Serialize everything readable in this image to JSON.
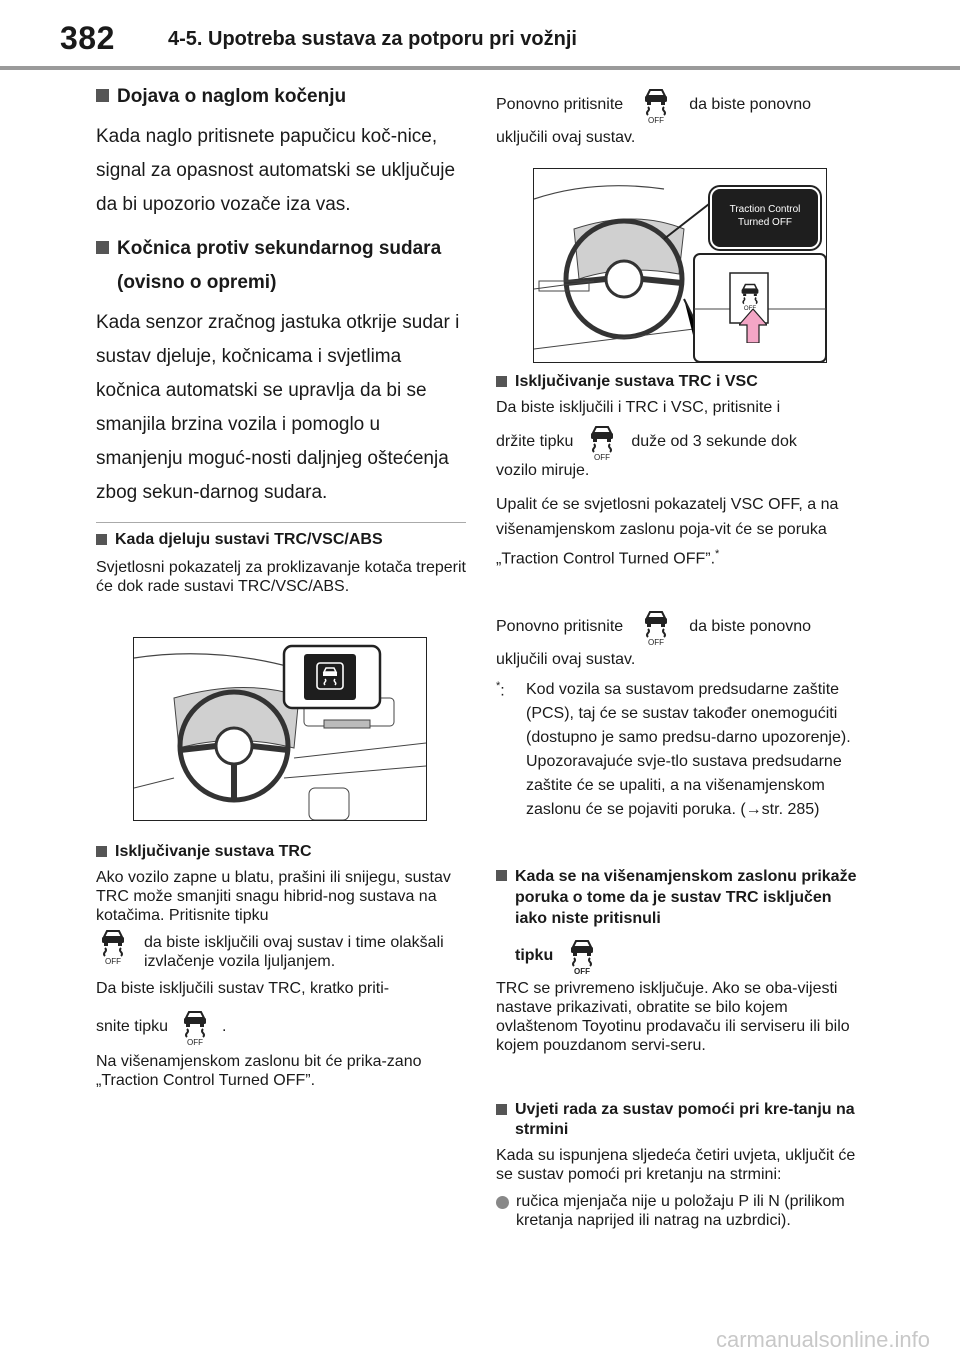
{
  "header": {
    "page_number": "382",
    "section_title": "4-5. Upotreba sustava za potporu pri vožnji"
  },
  "left": {
    "s1_heading": "Dojava o naglom kočenju",
    "s1_body": "Kada naglo pritisnete papučicu koč-nice, signal za opasnost automatski se uključuje da bi upozorio vozače iza vas.",
    "s2_heading": "Kočnica protiv sekundarnog sudara (ovisno o opremi)",
    "s2_body": "Kada senzor zračnog jastuka otkrije sudar i sustav djeluje, kočnicama i svjetlima kočnica automatski se upravlja da bi se smanjila brzina vozila i pomoglo u smanjenju moguć-nosti daljnjeg oštećenja zbog sekun-darnog sudara.",
    "s3_heading": "Kada djeluju sustavi TRC/VSC/ABS",
    "s3_body": "Svjetlosni pokazatelj za proklizavanje kotača treperit će dok rade sustavi TRC/VSC/ABS.",
    "s4_heading": "Isključivanje sustava TRC",
    "s4_body1": "Ako vozilo zapne u blatu, prašini ili snijegu, sustav TRC može smanjiti snagu hibrid-nog sustava na kotačima. Pritisnite tipku",
    "s4_body2": "da biste isključili ovaj sustav i time olakšali izvlačenje vozila ljuljanjem.",
    "s4_body3": "Da biste isključili sustav TRC, kratko priti-",
    "s4_body4a": "snite tipku",
    "s4_body4b": ".",
    "s4_body5": "Na višenamjenskom zaslonu bit će prika-zano „Traction Control Turned OFF”."
  },
  "right": {
    "p1a": "Ponovno pritisnite",
    "p1b": "da biste ponovno",
    "p1c": "uključili ovaj sustav.",
    "callout_line1": "Traction Control",
    "callout_line2": "Turned OFF",
    "icon_off_label": "OFF",
    "s5_heading": "Isključivanje sustava TRC i VSC",
    "s5_body1": "Da biste isključili i TRC i VSC, pritisnite i",
    "s5_body2a": "držite tipku",
    "s5_body2b": "duže od 3 sekunde dok",
    "s5_body3": "vozilo miruje.",
    "s5_body4": "Upalit će se svjetlosni pokazatelj VSC OFF, a na višenamjenskom zaslonu poja-vit će se poruka „Traction Control Turned OFF”.",
    "s5_star": "*",
    "p2a": "Ponovno pritisnite",
    "p2b": "da biste ponovno",
    "p2c": "uključili ovaj sustav.",
    "footnote_mark": "*",
    "footnote_colon": ":",
    "footnote_text": "Kod vozila sa sustavom predsudarne zaštite (PCS), taj će se sustav također onemogućiti (dostupno je samo predsu-darno upozorenje). Upozoravajuće svje-tlo sustava predsudarne zaštite će se upaliti, a na višenamjenskom zaslonu će se pojaviti poruka. (",
    "footnote_arrow": "→",
    "footnote_ref": "str. 285)",
    "s6_heading": "Kada se na višenamjenskom zaslonu prikaže poruka o tome da je sustav TRC isključen iako niste pritisnuli",
    "s6_heading_end": "tipku",
    "s6_body": "TRC se privremeno isključuje. Ako se oba-vijesti nastave prikazivati, obratite se bilo kojem ovlaštenom Toyotinu prodavaču ili serviseru ili bilo kojem pouzdanom servi-seru.",
    "s7_heading": "Uvjeti rada za sustav pomoći pri kre-tanju na strmini",
    "s7_body": "Kada su ispunjena sljedeća četiri uvjeta, uključit će se sustav pomoći pri kretanju na strmini:",
    "s7_bullet": "ručica mjenjača nije u položaju P ili N (prilikom kretanja naprijed ili natrag na uzbrdici)."
  },
  "watermark": "carmanualsonline.info",
  "colors": {
    "header_rule": "#9a9a9a",
    "square_bullet": "#555555",
    "arrow_pink": "#f4a6c6",
    "callout_bg": "#1e1e1e"
  },
  "icons": [
    "slip-indicator-icon",
    "vsc-off-button-icon",
    "pink-arrow-icon"
  ]
}
